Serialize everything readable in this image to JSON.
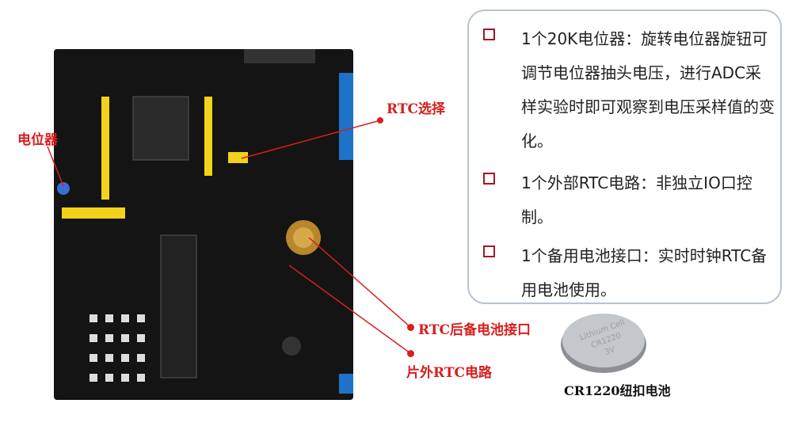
{
  "labels": {
    "potentiometer": "电位器",
    "rtc_select": "RTC选择",
    "rtc_backup_battery": "RTC后备电池接口",
    "external_rtc": "片外RTC电路",
    "battery_caption": "CR1220纽扣电池"
  },
  "battery_print": [
    "Lithium Cell",
    "CR1220",
    "3V"
  ],
  "features": [
    {
      "text": "1个20K电位器：旋转电位器旋钮可调节电位器抽头电压，进行ADC采样实验时即可观察到电压采样值的变化。"
    },
    {
      "text": "1个外部RTC电路：非独立IO口控制。"
    },
    {
      "text": "1个备用电池接口：实时时钟RTC备用电池使用。"
    }
  ],
  "colors": {
    "accent": "#d81e1e",
    "bullet": "#a0192a",
    "board": "#141414",
    "header": "#f2d21b",
    "terminal": "#1e73c8"
  }
}
